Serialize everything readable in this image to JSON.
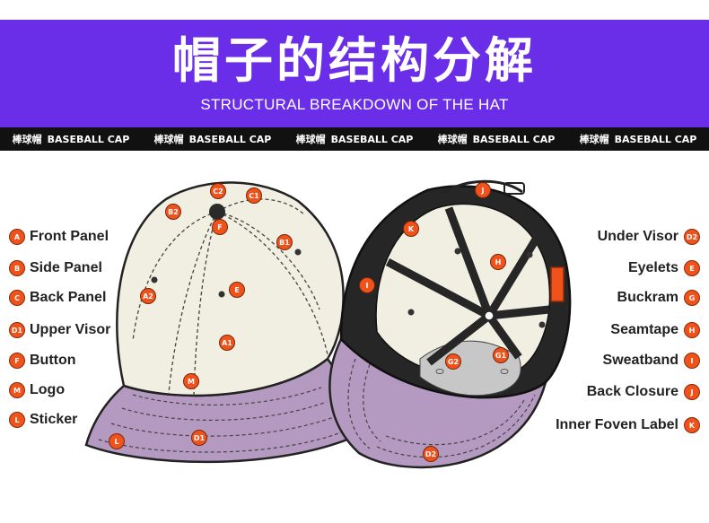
{
  "header": {
    "title_cn": "帽子的结构分解",
    "title_en": "STRUCTURAL BREAKDOWN OF THE HAT"
  },
  "strip": [
    {
      "cn": "棒球帽",
      "en": "BASEBALL CAP"
    },
    {
      "cn": "棒球帽",
      "en": "BASEBALL CAP"
    },
    {
      "cn": "棒球帽",
      "en": "BASEBALL CAP"
    },
    {
      "cn": "棒球帽",
      "en": "BASEBALL CAP"
    },
    {
      "cn": "棒球帽",
      "en": "BASEBALL CAP"
    }
  ],
  "legend_left": [
    {
      "code": "A",
      "label": "Front Panel"
    },
    {
      "code": "B",
      "label": "Side Panel"
    },
    {
      "code": "C",
      "label": "Back Panel"
    },
    {
      "code": "D1",
      "label": "Upper Visor"
    },
    {
      "code": "F",
      "label": "Button"
    },
    {
      "code": "M",
      "label": "Logo"
    },
    {
      "code": "L",
      "label": "Sticker"
    }
  ],
  "legend_right": [
    {
      "code": "D2",
      "label": "Under Visor"
    },
    {
      "code": "E",
      "label": "Eyelets"
    },
    {
      "code": "G",
      "label": "Buckram"
    },
    {
      "code": "H",
      "label": "Seamtape"
    },
    {
      "code": "I",
      "label": "Sweatband"
    },
    {
      "code": "J",
      "label": "Back Closure"
    },
    {
      "code": "K",
      "label": "Inner Foven Label"
    }
  ],
  "markers_left_cap": [
    "C2",
    "C1",
    "B2",
    "F",
    "B1",
    "A2",
    "E",
    "A1",
    "M",
    "D1",
    "L"
  ],
  "markers_right_cap": [
    "J",
    "K",
    "H",
    "I",
    "G2",
    "G1",
    "D2"
  ],
  "colors": {
    "banner": "#6a2ee8",
    "strip": "#111111",
    "badge": "#f0521c",
    "crown": "#f1eee2",
    "visor": "#b49ac0",
    "buckram": "#c7c7c7",
    "sweatband": "#262626"
  }
}
